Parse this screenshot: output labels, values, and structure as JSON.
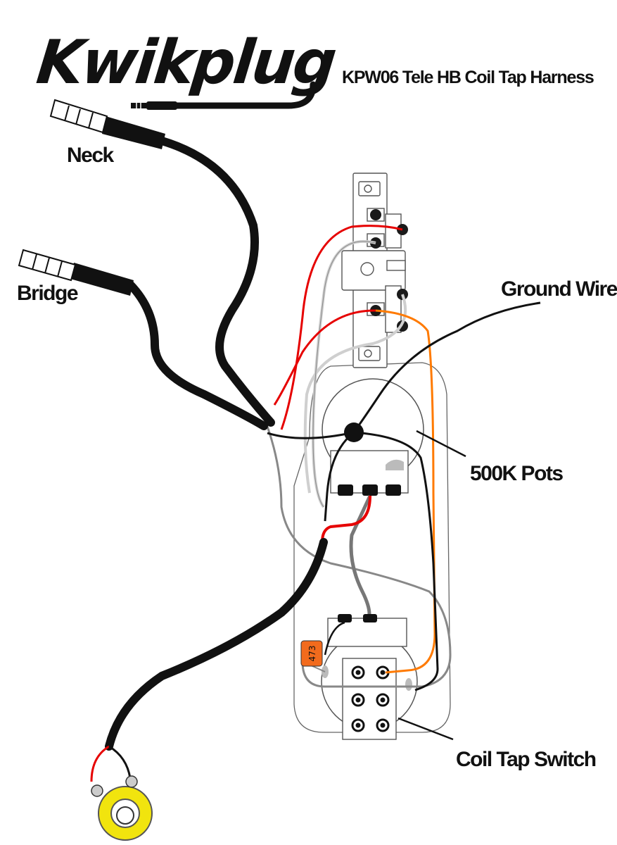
{
  "brand": {
    "name": "Kwikplug",
    "product_title": "KPW06 Tele HB Coil Tap Harness"
  },
  "labels": {
    "neck": "Neck",
    "bridge": "Bridge",
    "ground_wire": "Ground Wire",
    "pots": "500K Pots",
    "coil_tap_switch": "Coil Tap Switch",
    "capacitor": "473"
  },
  "colors": {
    "cable": "#111111",
    "hot": "#e60000",
    "orange": "#ff7a00",
    "grey": "#7a7a7a",
    "white_wire": "#d8d8d8",
    "capacitor": "#f26b1d",
    "jack_yellow": "#f1e40e"
  }
}
